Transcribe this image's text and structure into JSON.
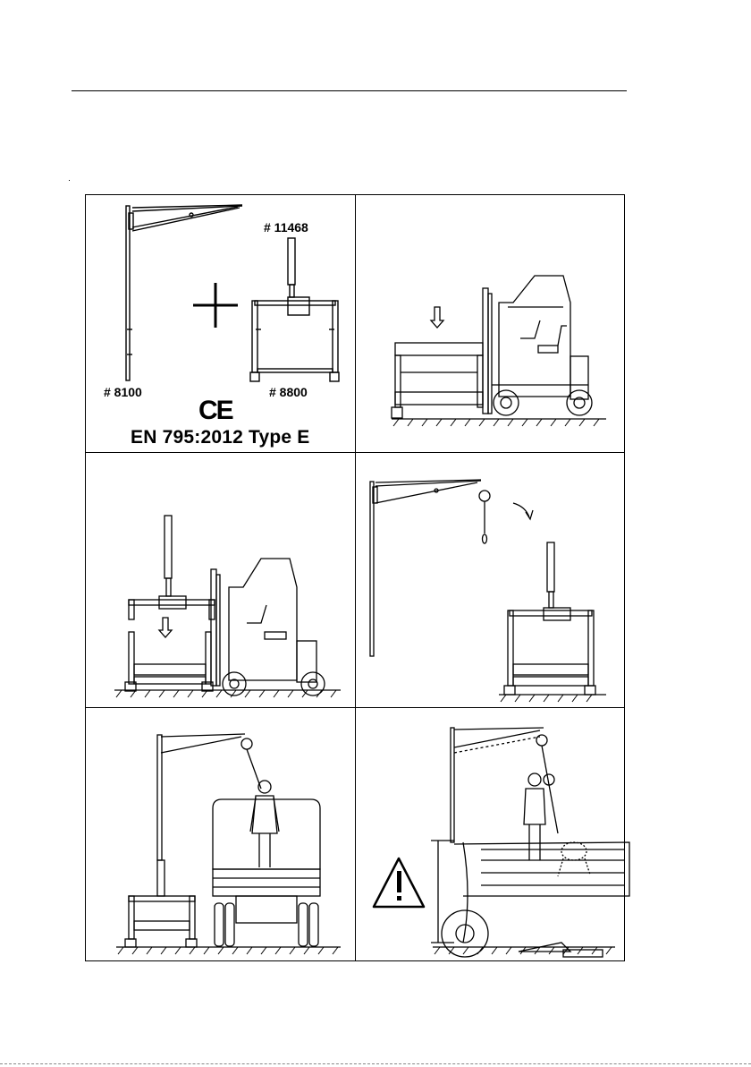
{
  "panels": {
    "p1": {
      "part_hoist": "# 11468",
      "part_mast": "# 8100",
      "part_base": "# 8800",
      "ce_mark": "CE",
      "standard": "EN 795:2012 Type E"
    }
  },
  "colors": {
    "ink": "#000000",
    "paper": "#ffffff"
  },
  "icons": [
    "plus-icon",
    "ce-mark-icon",
    "arrow-down-icon",
    "arrow-curved-icon",
    "warning-icon"
  ]
}
